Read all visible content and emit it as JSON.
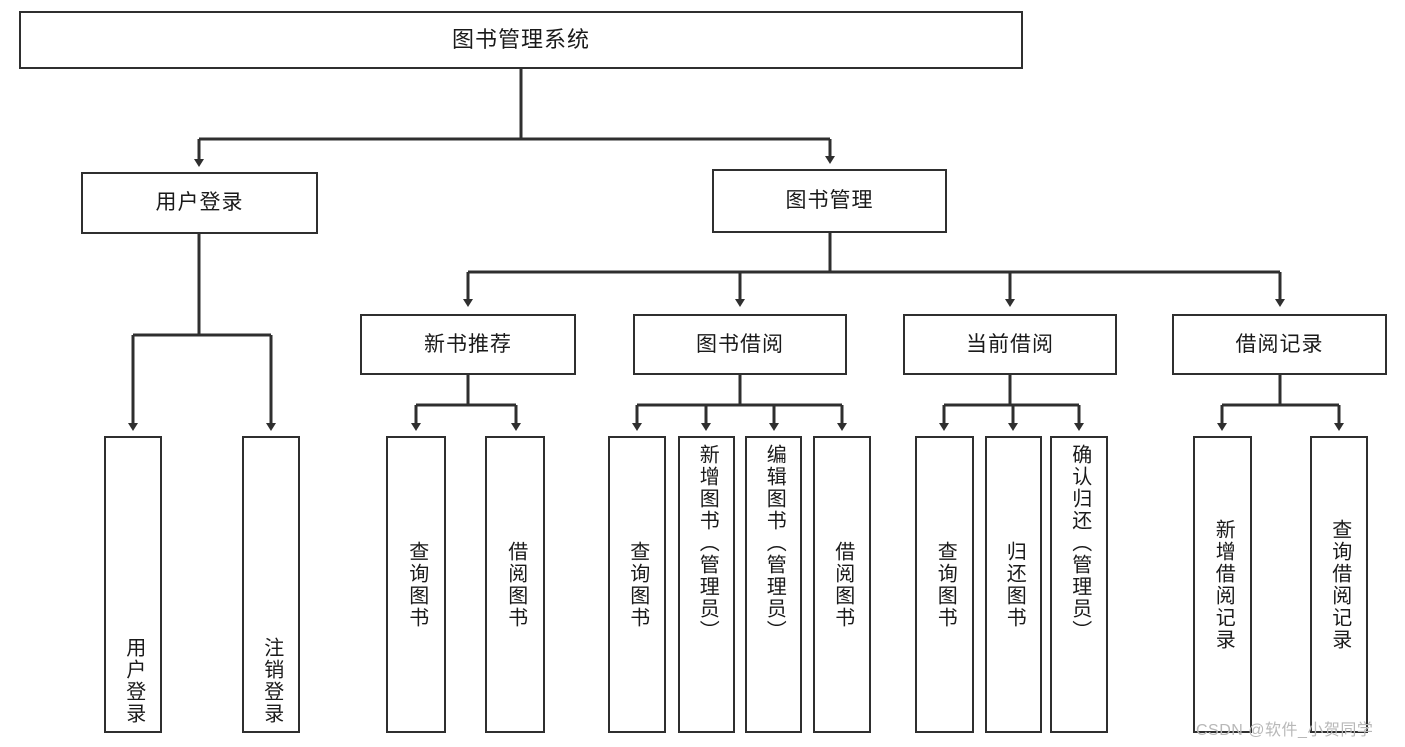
{
  "diagram": {
    "type": "tree-hierarchy",
    "title": "图书管理系统",
    "orientation": "top-down",
    "colors": {
      "stroke": "#2f2f2f",
      "fill": "#ffffff",
      "text": "#1a1a1a",
      "watermark": "#b8b8b8"
    }
  },
  "watermark": {
    "text": "CSDN @软件_小贺同学"
  },
  "nodes": {
    "root": {
      "label": "图书管理系统"
    },
    "level1": [
      {
        "id": "user-login",
        "label": "用户登录"
      },
      {
        "id": "book-manage",
        "label": "图书管理"
      }
    ],
    "level2": [
      {
        "id": "new-book-recommend",
        "label": "新书推荐"
      },
      {
        "id": "book-borrow",
        "label": "图书借阅"
      },
      {
        "id": "current-borrow",
        "label": "当前借阅"
      },
      {
        "id": "borrow-record",
        "label": "借阅记录"
      }
    ],
    "leaves": {
      "user_login": [
        {
          "id": "leaf-user-login",
          "label": "用户登录"
        },
        {
          "id": "leaf-logout-login",
          "label": "注销登录"
        }
      ],
      "new_book_recommend": [
        {
          "id": "leaf-query-book-1",
          "label": "查询图书"
        },
        {
          "id": "leaf-borrow-book-1",
          "label": "借阅图书"
        }
      ],
      "book_borrow": [
        {
          "id": "leaf-query-book-2",
          "label": "查询图书"
        },
        {
          "id": "leaf-add-book",
          "label": "新增图书（管理员）"
        },
        {
          "id": "leaf-edit-book",
          "label": "编辑图书（管理员）"
        },
        {
          "id": "leaf-borrow-book-2",
          "label": "借阅图书"
        }
      ],
      "current_borrow": [
        {
          "id": "leaf-query-book-3",
          "label": "查询图书"
        },
        {
          "id": "leaf-return-book",
          "label": "归还图书"
        },
        {
          "id": "leaf-confirm-return",
          "label": "确认归还（管理员）"
        }
      ],
      "borrow_record": [
        {
          "id": "leaf-add-record",
          "label": "新增借阅记录"
        },
        {
          "id": "leaf-query-record",
          "label": "查询借阅记录"
        }
      ]
    }
  }
}
